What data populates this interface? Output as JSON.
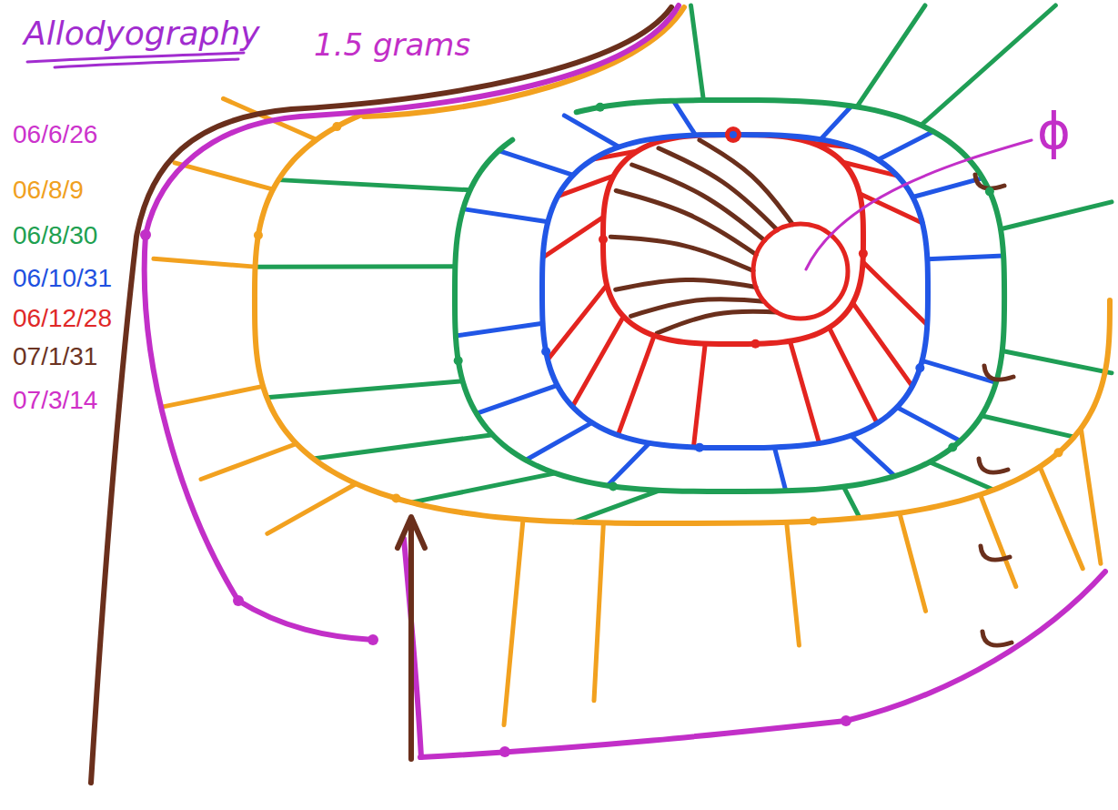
{
  "diagram": {
    "title": "Allodyography",
    "labels": [
      "1.5 grams",
      "ϕ"
    ],
    "legend": [
      {
        "text": "06/6/26",
        "color": "#cc33cc"
      },
      {
        "text": "06/8/9",
        "color": "#f0a020"
      },
      {
        "text": "06/8/30",
        "color": "#20a050"
      },
      {
        "text": "06/10/31",
        "color": "#2050e0"
      },
      {
        "text": "06/12/28",
        "color": "#e02828"
      },
      {
        "text": "07/1/31",
        "color": "#6b3322"
      },
      {
        "text": "07/3/14",
        "color": "#d030c8"
      }
    ]
  }
}
